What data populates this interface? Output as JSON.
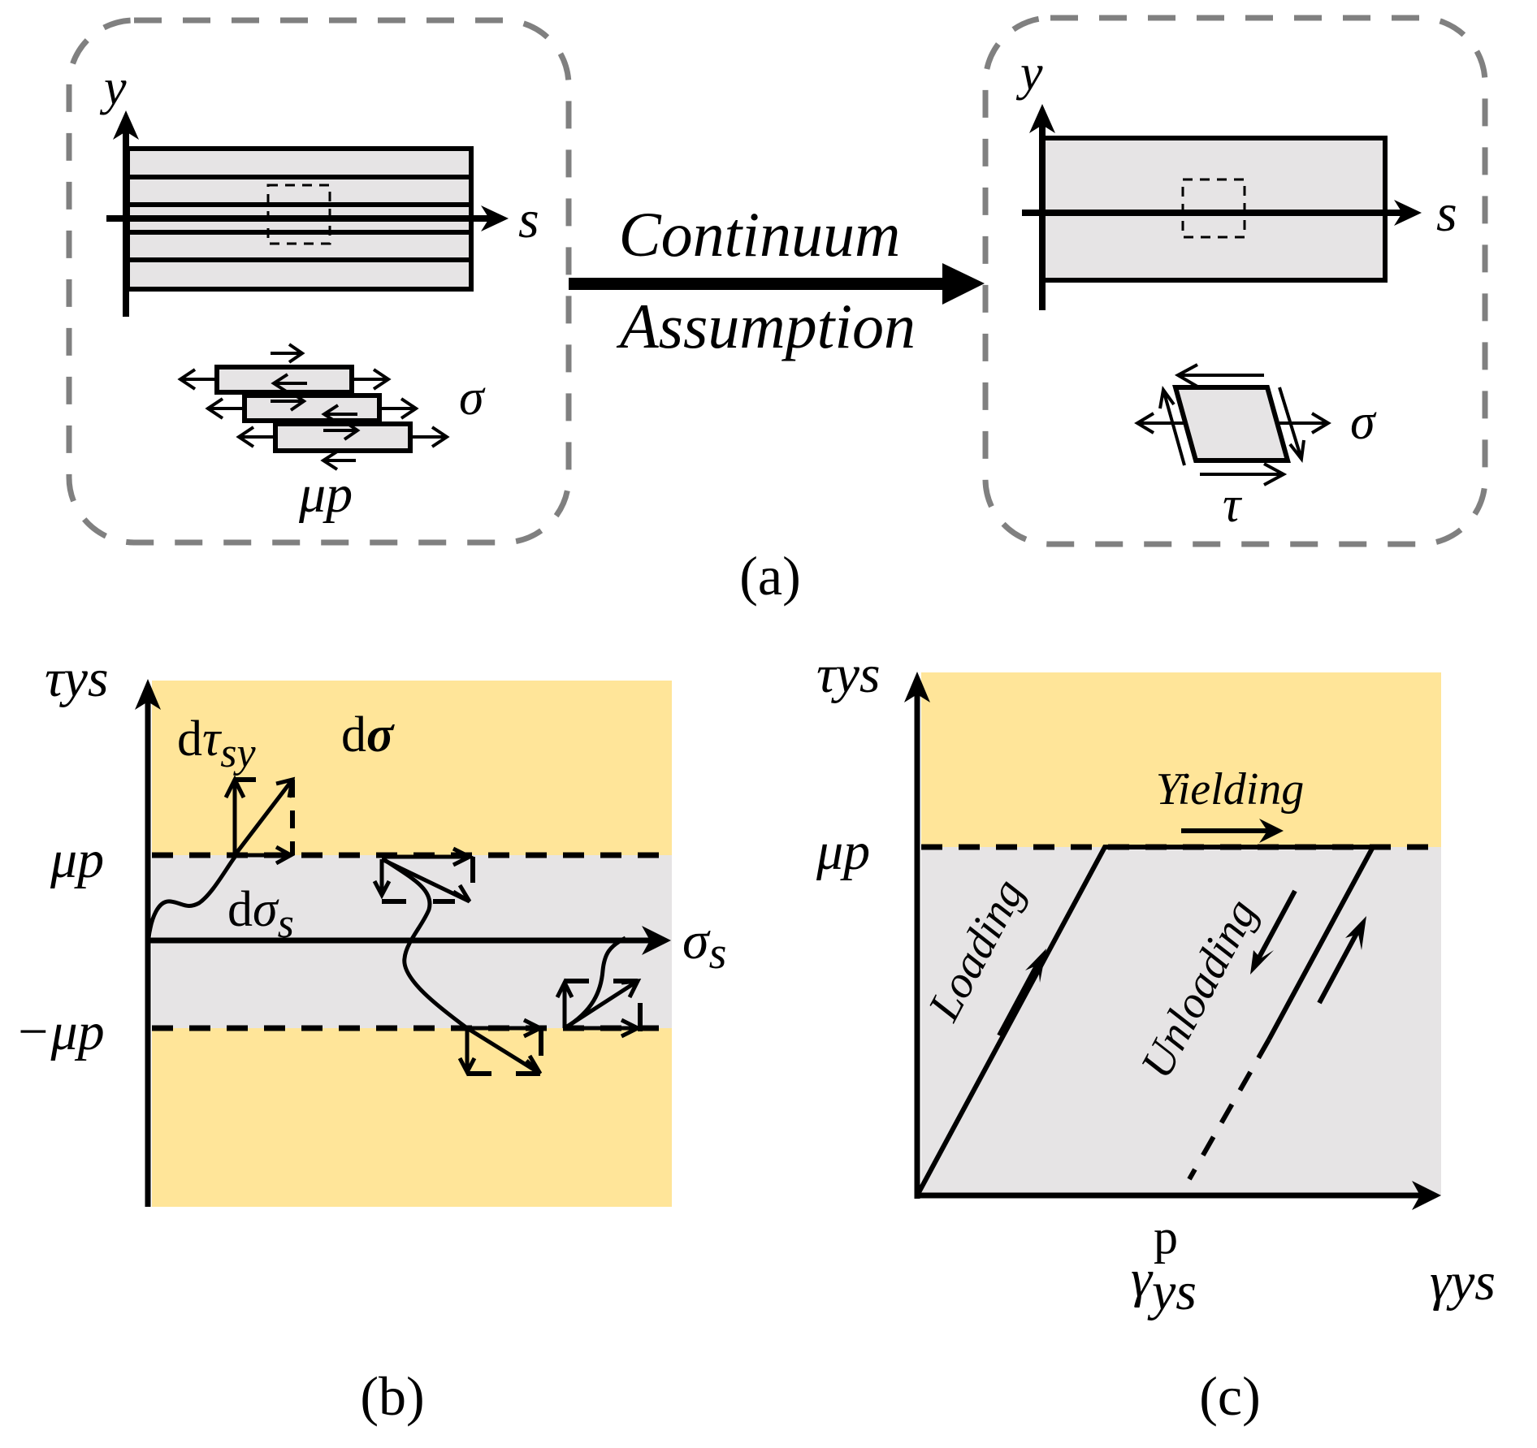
{
  "figure": {
    "colors": {
      "yield_region": "#FFE599",
      "elastic_region": "#E6E4E5",
      "material_fill": "#E6E4E5",
      "frame_dash": "#808080",
      "ink": "#000000"
    },
    "panel_a": {
      "caption": "(a)",
      "left": {
        "axis_y_label": "y",
        "axis_s_label": "s",
        "stress_label": "σ",
        "friction_label": "μp"
      },
      "transition": {
        "line1": "Continuum",
        "line2": "Assumption"
      },
      "right": {
        "axis_y_label": "y",
        "axis_s_label": "s",
        "normal_stress_label": "σ",
        "shear_stress_label": "τ"
      }
    },
    "panel_b": {
      "caption": "(b)",
      "y_axis_label": {
        "main": "τ",
        "sub": "ys"
      },
      "x_axis_label": {
        "main": "σ",
        "sub": "s"
      },
      "upper_bound_label": "μp",
      "lower_bound_label": "−μp",
      "increment_shear_label": {
        "prefix": "d",
        "main": "τ",
        "sub": "sy"
      },
      "increment_total_label": {
        "prefix": "d",
        "main": "σ"
      },
      "increment_normal_label": {
        "prefix": "d",
        "main": "σ",
        "sub": "s"
      }
    },
    "panel_c": {
      "caption": "(c)",
      "y_axis_label": {
        "main": "τ",
        "sub": "ys"
      },
      "x_axis_label": {
        "main": "γ",
        "sub": "ys"
      },
      "plastic_strain_label": {
        "main": "γ",
        "sup": "p",
        "sub": "ys"
      },
      "yield_label": "μp",
      "yielding_text": "Yielding",
      "loading_text": "Loading",
      "unloading_text": "Unloading"
    }
  }
}
